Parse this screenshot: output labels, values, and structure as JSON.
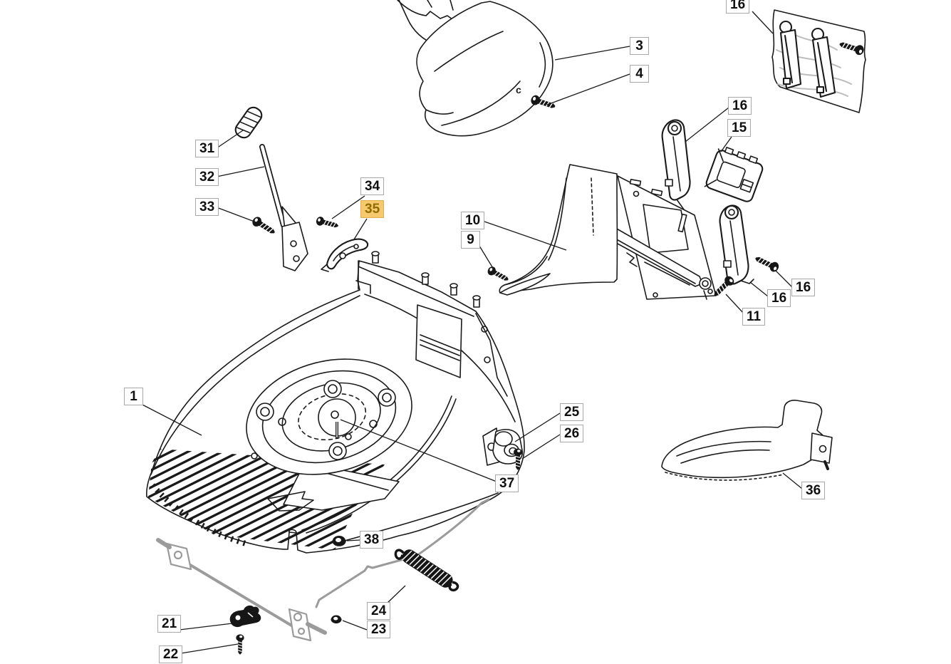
{
  "diagram": {
    "subject": "lawn-mower-chassis-exploded-parts-diagram",
    "part_marking": "c",
    "colors": {
      "line": "#1a1a1a",
      "background": "#ffffff",
      "label_border": "#a8a8a8",
      "highlight_bg": "#f7c96e",
      "highlight_border": "#e2ae4b",
      "highlight_text": "#8f6b00"
    },
    "selected_callout": "35",
    "callouts": [
      {
        "label": "16",
        "highlighted": false
      },
      {
        "label": "3",
        "highlighted": false
      },
      {
        "label": "4",
        "highlighted": false
      },
      {
        "label": "16",
        "highlighted": false
      },
      {
        "label": "15",
        "highlighted": false
      },
      {
        "label": "31",
        "highlighted": false
      },
      {
        "label": "32",
        "highlighted": false
      },
      {
        "label": "33",
        "highlighted": false
      },
      {
        "label": "34",
        "highlighted": false
      },
      {
        "label": "35",
        "highlighted": true
      },
      {
        "label": "10",
        "highlighted": false
      },
      {
        "label": "9",
        "highlighted": false
      },
      {
        "label": "16",
        "highlighted": false
      },
      {
        "label": "16",
        "highlighted": false
      },
      {
        "label": "11",
        "highlighted": false
      },
      {
        "label": "1",
        "highlighted": false
      },
      {
        "label": "25",
        "highlighted": false
      },
      {
        "label": "26",
        "highlighted": false
      },
      {
        "label": "37",
        "highlighted": false
      },
      {
        "label": "36",
        "highlighted": false
      },
      {
        "label": "38",
        "highlighted": false
      },
      {
        "label": "24",
        "highlighted": false
      },
      {
        "label": "23",
        "highlighted": false
      },
      {
        "label": "21",
        "highlighted": false
      },
      {
        "label": "22",
        "highlighted": false
      }
    ]
  }
}
